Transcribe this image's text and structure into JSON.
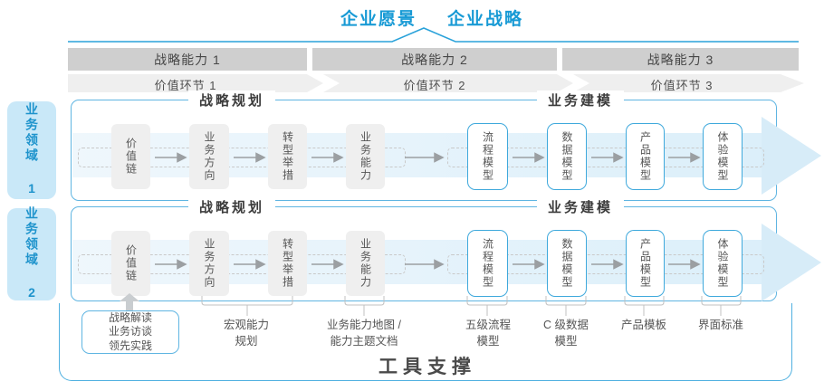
{
  "title": {
    "vision": "企业愿景",
    "strategy": "企业战略"
  },
  "capability_bars": [
    "战略能力 1",
    "战略能力 2",
    "战略能力 3"
  ],
  "value_links": [
    "价值环节 1",
    "价值环节 2",
    "价值环节 3"
  ],
  "domains": [
    "业务领域 1",
    "业务领域 2"
  ],
  "rows": [
    {
      "planning_title": "战略规划",
      "modeling_title": "业务建模",
      "planning_boxes": [
        "价值链",
        "业务方向",
        "转型举措",
        "业务能力"
      ],
      "modeling_boxes": [
        "流程模型",
        "数据模型",
        "产品模型",
        "体验模型"
      ]
    },
    {
      "planning_title": "战略规划",
      "modeling_title": "业务建模",
      "planning_boxes": [
        "价值链",
        "业务方向",
        "转型举措",
        "业务能力"
      ],
      "modeling_boxes": [
        "流程模型",
        "数据模型",
        "产品模型",
        "体验模型"
      ]
    }
  ],
  "annotations": {
    "source_box": "战略解读\n业务访谈\n领先实践",
    "labels": [
      "宏观能力\n规划",
      "业务能力地图 /\n能力主题文档",
      "五级流程\n模型",
      "C 级数据\n模型",
      "产品模板",
      "界面标准"
    ]
  },
  "footer": {
    "tool_support": "工具支撑"
  },
  "colors": {
    "accent_blue": "#189AD5",
    "panel_border_blue": "#5FB5E2",
    "node_border_blue": "#3FA9DC",
    "domain_fill": "#C9E8F8",
    "band_fill": "#DCEFFA",
    "bar_gray": "#CFCFCF",
    "box_gray": "#EFEFEF",
    "text_dark": "#4A4A4A"
  }
}
